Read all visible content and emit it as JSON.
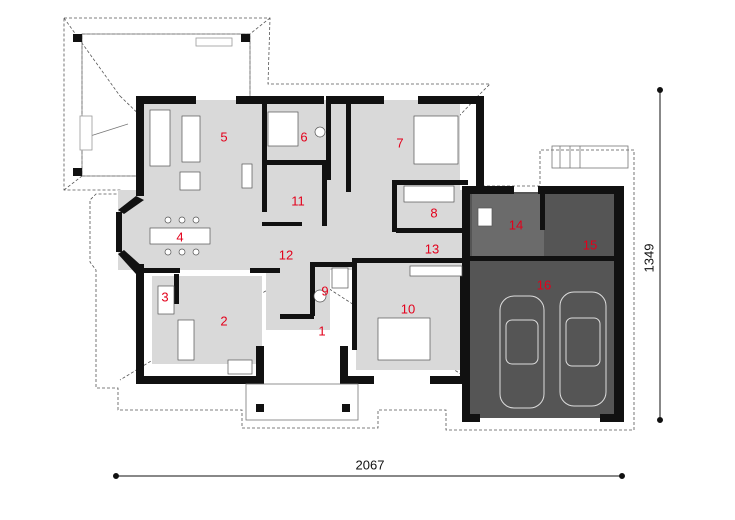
{
  "plan": {
    "overall_width": "2067",
    "overall_depth": "1349",
    "rooms": [
      {
        "id": "room-1",
        "label": "1"
      },
      {
        "id": "room-2",
        "label": "2"
      },
      {
        "id": "room-3",
        "label": "3"
      },
      {
        "id": "room-4",
        "label": "4"
      },
      {
        "id": "room-5",
        "label": "5"
      },
      {
        "id": "room-6",
        "label": "6"
      },
      {
        "id": "room-7",
        "label": "7"
      },
      {
        "id": "room-8",
        "label": "8"
      },
      {
        "id": "room-9",
        "label": "9"
      },
      {
        "id": "room-10",
        "label": "10"
      },
      {
        "id": "room-11",
        "label": "11"
      },
      {
        "id": "room-12",
        "label": "12"
      },
      {
        "id": "room-13",
        "label": "13"
      },
      {
        "id": "room-14",
        "label": "14"
      },
      {
        "id": "room-15",
        "label": "15"
      },
      {
        "id": "room-16",
        "label": "16"
      }
    ],
    "colors": {
      "wall": "#111111",
      "living_floor": "#d9d9d9",
      "garage_floor": "#555555",
      "room_numbers": "#e3001b",
      "roof_lines": "#555555"
    }
  }
}
